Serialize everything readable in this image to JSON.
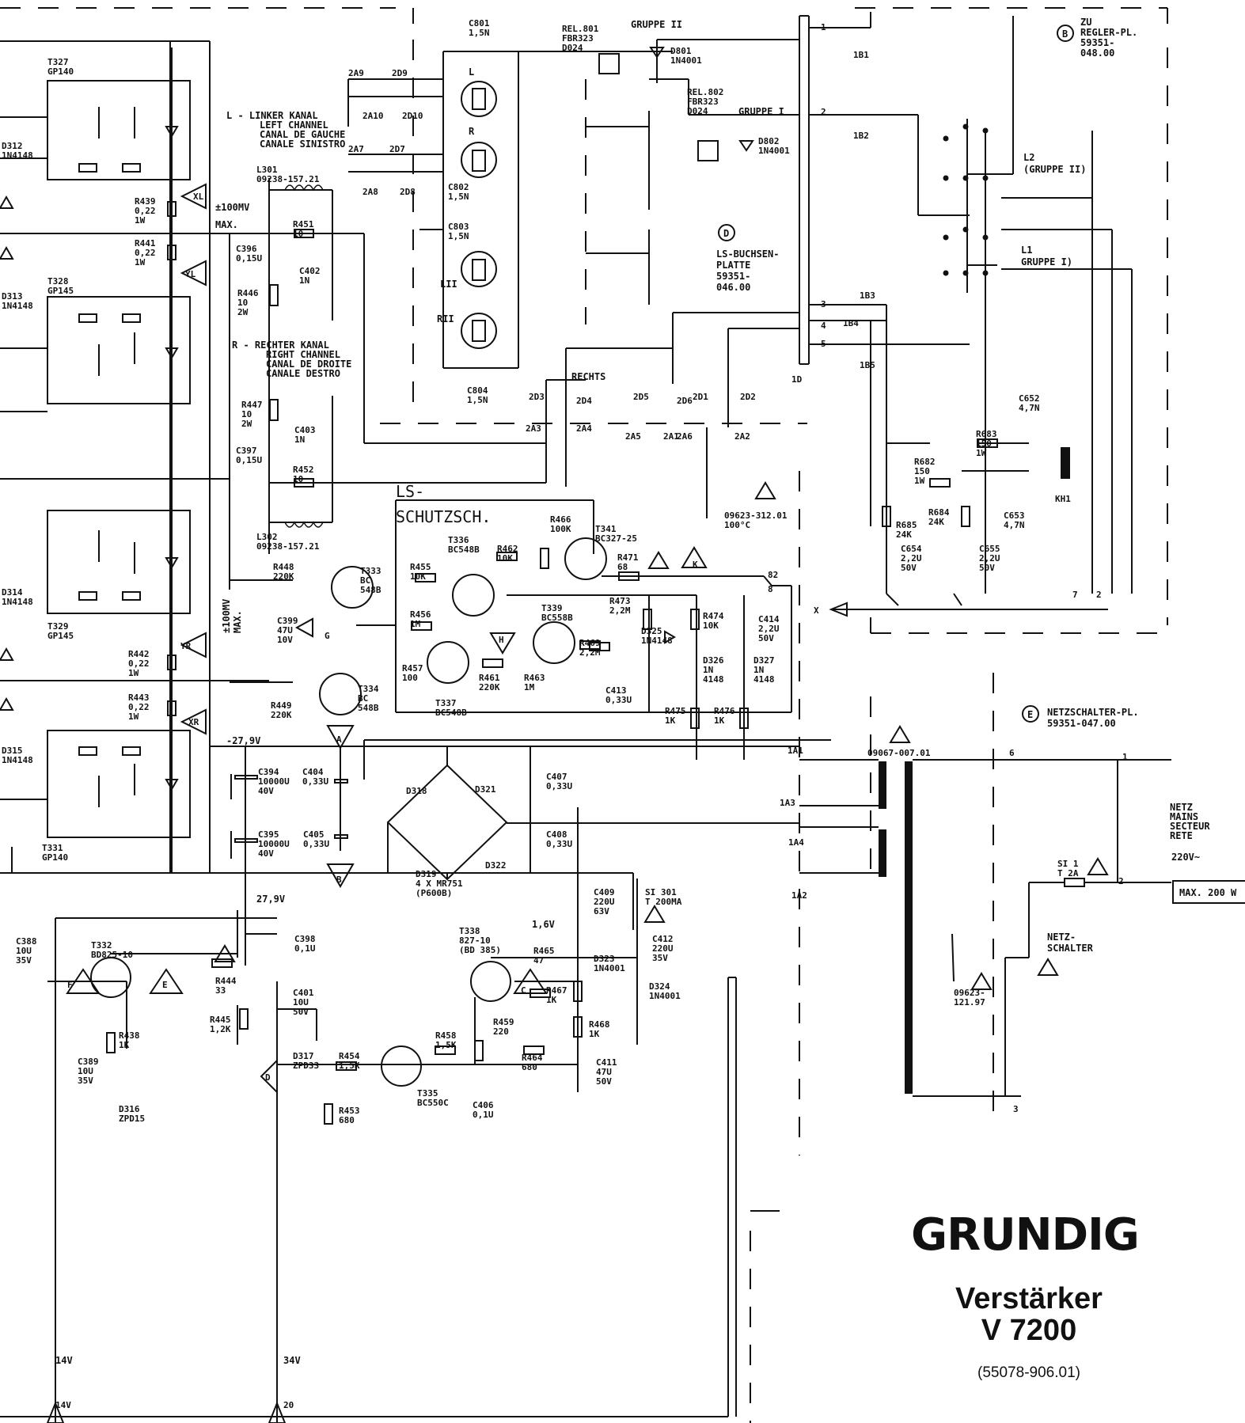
{
  "title_block": {
    "brand": "GRUNDIG",
    "line1": "Verstärker",
    "line2": "V 7200",
    "part_number": "(55078-906.01)"
  },
  "notes": {
    "left_channel": [
      "L - LINKER KANAL",
      "LEFT CHANNEL",
      "CANAL DE GAUCHE",
      "CANALE SINISTRO"
    ],
    "right_channel": [
      "R - RECHTER KANAL",
      "RIGHT CHANNEL",
      "CANAL DE DROITE",
      "CANALE DESTRO"
    ],
    "protection": [
      "LS-",
      "SCHUTZSCH."
    ],
    "rechts": "RECHTS",
    "level1": [
      "±100MV",
      "MAX."
    ],
    "level2": [
      "±100MV",
      "MAX."
    ],
    "ls_board": [
      "LS-BUCHSEN-",
      "PLATTE",
      "59351-",
      "046.00"
    ],
    "regler_board": [
      "ZU",
      "REGLER-PL.",
      "59351-",
      "048.00"
    ],
    "netzschalter_board": [
      "NETZSCHALTER-PL.",
      "59351-047.00"
    ],
    "mains": [
      "NETZ",
      "MAINS",
      "SECTEUR",
      "RETE"
    ],
    "mains_voltage": "220V~",
    "max_power": "MAX. 200 W",
    "netz_schalter": [
      "NETZ-",
      "SCHALTER"
    ],
    "gruppe_ii": "GRUPPE II",
    "gruppe_i": "GRUPPE I",
    "l2": [
      "L2",
      "(GRUPPE II)"
    ],
    "l1": [
      "L1",
      "GRUPPE I)"
    ],
    "v_neg": "-27,9V",
    "v_pos": "27,9V",
    "v_16": "1,6V",
    "v_14": "14V",
    "v_34": "34V"
  },
  "circle_labels": {
    "b": "B",
    "d": "D",
    "e": "E"
  },
  "components": [
    {
      "id": "t327",
      "lines": [
        "T327",
        "GP140"
      ]
    },
    {
      "id": "d312",
      "lines": [
        "D312",
        "1N4148"
      ]
    },
    {
      "id": "r439",
      "lines": [
        "R439",
        "0,22",
        "1W"
      ]
    },
    {
      "id": "r441",
      "lines": [
        "R441",
        "0,22",
        "1W"
      ]
    },
    {
      "id": "t328",
      "lines": [
        "T328",
        "GP145"
      ]
    },
    {
      "id": "d313",
      "lines": [
        "D313",
        "1N4148"
      ]
    },
    {
      "id": "d314",
      "lines": [
        "D314",
        "1N4148"
      ]
    },
    {
      "id": "t329",
      "lines": [
        "T329",
        "GP145"
      ]
    },
    {
      "id": "r442",
      "lines": [
        "R442",
        "0,22",
        "1W"
      ]
    },
    {
      "id": "r443",
      "lines": [
        "R443",
        "0,22",
        "1W"
      ]
    },
    {
      "id": "d315",
      "lines": [
        "D315",
        "1N4148"
      ]
    },
    {
      "id": "t331",
      "lines": [
        "T331",
        "GP140"
      ]
    },
    {
      "id": "l301",
      "lines": [
        "L301",
        "09238-157.21"
      ]
    },
    {
      "id": "r451",
      "lines": [
        "R451",
        "10"
      ]
    },
    {
      "id": "c396",
      "lines": [
        "C396",
        "0,15U"
      ]
    },
    {
      "id": "c402",
      "lines": [
        "C402",
        "1N"
      ]
    },
    {
      "id": "r446",
      "lines": [
        "R446",
        "10",
        "2W"
      ]
    },
    {
      "id": "r447",
      "lines": [
        "R447",
        "10",
        "2W"
      ]
    },
    {
      "id": "c403",
      "lines": [
        "C403",
        "1N"
      ]
    },
    {
      "id": "c397",
      "lines": [
        "C397",
        "0,15U"
      ]
    },
    {
      "id": "r452",
      "lines": [
        "R452",
        "10"
      ]
    },
    {
      "id": "l302",
      "lines": [
        "L302",
        "09238-157.21"
      ]
    },
    {
      "id": "r448",
      "lines": [
        "R448",
        "220K"
      ]
    },
    {
      "id": "t333",
      "lines": [
        "T333",
        "BC",
        "548B"
      ]
    },
    {
      "id": "c399",
      "lines": [
        "C399",
        "47U",
        "10V"
      ]
    },
    {
      "id": "r449",
      "lines": [
        "R449",
        "220K"
      ]
    },
    {
      "id": "t334",
      "lines": [
        "T334",
        "BC",
        "548B"
      ]
    },
    {
      "id": "t336",
      "lines": [
        "T336",
        "BC548B"
      ]
    },
    {
      "id": "r455",
      "lines": [
        "R455",
        "10K"
      ]
    },
    {
      "id": "r462",
      "lines": [
        "R462",
        "10K"
      ]
    },
    {
      "id": "r466",
      "lines": [
        "R466",
        "100K"
      ]
    },
    {
      "id": "t341",
      "lines": [
        "T341",
        "BC327-25"
      ]
    },
    {
      "id": "r471",
      "lines": [
        "R471",
        "68"
      ]
    },
    {
      "id": "r456",
      "lines": [
        "R456",
        "1M"
      ]
    },
    {
      "id": "r457",
      "lines": [
        "R457",
        "100"
      ]
    },
    {
      "id": "t337",
      "lines": [
        "T337",
        "BC548B"
      ]
    },
    {
      "id": "r461",
      "lines": [
        "R461",
        "220K"
      ]
    },
    {
      "id": "r463",
      "lines": [
        "R463",
        "1M"
      ]
    },
    {
      "id": "t339",
      "lines": [
        "T339",
        "BC558B"
      ]
    },
    {
      "id": "r473",
      "lines": [
        "R473",
        "2,2M"
      ]
    },
    {
      "id": "r469",
      "lines": [
        "R469",
        "2,2M"
      ]
    },
    {
      "id": "d325",
      "lines": [
        "D325",
        "1N4148"
      ]
    },
    {
      "id": "r474",
      "lines": [
        "R474",
        "10K"
      ]
    },
    {
      "id": "c414",
      "lines": [
        "C414",
        "2,2U",
        "50V"
      ]
    },
    {
      "id": "d326",
      "lines": [
        "D326",
        "1N",
        "4148"
      ]
    },
    {
      "id": "d327",
      "lines": [
        "D327",
        "1N",
        "4148"
      ]
    },
    {
      "id": "c413",
      "lines": [
        "C413",
        "0,33U"
      ]
    },
    {
      "id": "r475",
      "lines": [
        "R475",
        "1K"
      ]
    },
    {
      "id": "r476",
      "lines": [
        "R476",
        "1K"
      ]
    },
    {
      "id": "c801",
      "lines": [
        "C801",
        "1,5N"
      ]
    },
    {
      "id": "c802",
      "lines": [
        "C802",
        "1,5N"
      ]
    },
    {
      "id": "c803",
      "lines": [
        "C803",
        "1,5N"
      ]
    },
    {
      "id": "c804",
      "lines": [
        "C804",
        "1,5N"
      ]
    },
    {
      "id": "rel801",
      "lines": [
        "REL.801",
        "FBR323",
        "D024"
      ]
    },
    {
      "id": "d801",
      "lines": [
        "D801",
        "1N4001"
      ]
    },
    {
      "id": "rel802",
      "lines": [
        "REL.802",
        "FBR323",
        "D024"
      ]
    },
    {
      "id": "d802",
      "lines": [
        "D802",
        "1N4001"
      ]
    },
    {
      "id": "th",
      "lines": [
        "09623-312.01",
        "100°C"
      ]
    },
    {
      "id": "c652",
      "lines": [
        "C652",
        "4,7N"
      ]
    },
    {
      "id": "r683",
      "lines": [
        "R683",
        "150",
        "1W"
      ]
    },
    {
      "id": "r682",
      "lines": [
        "R682",
        "150",
        "1W"
      ]
    },
    {
      "id": "r685",
      "lines": [
        "R685",
        "24K"
      ]
    },
    {
      "id": "r684",
      "lines": [
        "R684",
        "24K"
      ]
    },
    {
      "id": "c653",
      "lines": [
        "C653",
        "4,7N"
      ]
    },
    {
      "id": "c654",
      "lines": [
        "C654",
        "2,2U",
        "50V"
      ]
    },
    {
      "id": "c655",
      "lines": [
        "C655",
        "2,2U",
        "50V"
      ]
    },
    {
      "id": "kh1",
      "lines": [
        "KH1"
      ]
    },
    {
      "id": "c394",
      "lines": [
        "C394",
        "10000U",
        "40V"
      ]
    },
    {
      "id": "c404",
      "lines": [
        "C404",
        "0,33U"
      ]
    },
    {
      "id": "c395",
      "lines": [
        "C395",
        "10000U",
        "40V"
      ]
    },
    {
      "id": "c405",
      "lines": [
        "C405",
        "0,33U"
      ]
    },
    {
      "id": "d318",
      "lines": [
        "D318"
      ]
    },
    {
      "id": "d321",
      "lines": [
        "D321"
      ]
    },
    {
      "id": "d319",
      "lines": [
        "D319",
        "4 X MR751",
        "(P600B)"
      ]
    },
    {
      "id": "d322",
      "lines": [
        "D322"
      ]
    },
    {
      "id": "c407",
      "lines": [
        "C407",
        "0,33U"
      ]
    },
    {
      "id": "c408",
      "lines": [
        "C408",
        "0,33U"
      ]
    },
    {
      "id": "tr",
      "lines": [
        "09067-007.01"
      ]
    },
    {
      "id": "c409",
      "lines": [
        "C409",
        "220U",
        "63V"
      ]
    },
    {
      "id": "si301",
      "lines": [
        "SI 301",
        "T 200MA"
      ]
    },
    {
      "id": "c412",
      "lines": [
        "C412",
        "220U",
        "35V"
      ]
    },
    {
      "id": "d323",
      "lines": [
        "D323",
        "1N4001"
      ]
    },
    {
      "id": "d324",
      "lines": [
        "D324",
        "1N4001"
      ]
    },
    {
      "id": "t338",
      "lines": [
        "T338",
        "827-10",
        "(BD 385)"
      ]
    },
    {
      "id": "r465",
      "lines": [
        "R465",
        "47"
      ]
    },
    {
      "id": "r467",
      "lines": [
        "R467",
        "1K"
      ]
    },
    {
      "id": "r468",
      "lines": [
        "R468",
        "1K"
      ]
    },
    {
      "id": "r459",
      "lines": [
        "R459",
        "220"
      ]
    },
    {
      "id": "r458",
      "lines": [
        "R458",
        "1,5K"
      ]
    },
    {
      "id": "r464",
      "lines": [
        "R464",
        "680"
      ]
    },
    {
      "id": "c411",
      "lines": [
        "C411",
        "47U",
        "50V"
      ]
    },
    {
      "id": "c406",
      "lines": [
        "C406",
        "0,1U"
      ]
    },
    {
      "id": "t335",
      "lines": [
        "T335",
        "BC550C"
      ]
    },
    {
      "id": "r454",
      "lines": [
        "R454",
        "1,5K"
      ]
    },
    {
      "id": "r453",
      "lines": [
        "R453",
        "680"
      ]
    },
    {
      "id": "d317",
      "lines": [
        "D317",
        "ZPD33"
      ]
    },
    {
      "id": "c401",
      "lines": [
        "C401",
        "10U",
        "50V"
      ]
    },
    {
      "id": "c398",
      "lines": [
        "C398",
        "0,1U"
      ]
    },
    {
      "id": "r444",
      "lines": [
        "R444",
        "33"
      ]
    },
    {
      "id": "r445",
      "lines": [
        "R445",
        "1,2K"
      ]
    },
    {
      "id": "c388",
      "lines": [
        "C388",
        "10U",
        "35V"
      ]
    },
    {
      "id": "t332",
      "lines": [
        "T332",
        "BD825-10"
      ]
    },
    {
      "id": "r438",
      "lines": [
        "R438",
        "1K"
      ]
    },
    {
      "id": "c389",
      "lines": [
        "C389",
        "10U",
        "35V"
      ]
    },
    {
      "id": "d316",
      "lines": [
        "D316",
        "ZPD15"
      ]
    },
    {
      "id": "si1",
      "lines": [
        "SI 1",
        "T 2A"
      ]
    },
    {
      "id": "tsw",
      "lines": [
        "09623-",
        "121.97"
      ]
    }
  ],
  "terminals": [
    "2A9",
    "2D9",
    "2A10",
    "2D10",
    "2A7",
    "2D7",
    "2A8",
    "2D8",
    "1B1",
    "1B2",
    "1B3",
    "1B4",
    "1B5",
    "1D",
    "2D3",
    "2D4",
    "2A3",
    "2A4",
    "2D5",
    "2D6",
    "2A5",
    "2A6",
    "2D1",
    "2A1",
    "2D2",
    "2A2",
    "1A1",
    "1A3",
    "1A4",
    "1A2"
  ],
  "speaker_labels": [
    "L",
    "R",
    "LII",
    "RII"
  ],
  "triangle_labels": [
    "XL",
    "YL",
    "YR",
    "XR",
    "G",
    "H",
    "A",
    "B",
    "K",
    "C",
    "D",
    "E",
    "F"
  ],
  "pin_numbers": [
    "1",
    "2",
    "3",
    "4",
    "5",
    "82",
    "8",
    "7",
    "2",
    "X",
    "6",
    "1",
    "2",
    "3",
    "14V",
    "20"
  ]
}
